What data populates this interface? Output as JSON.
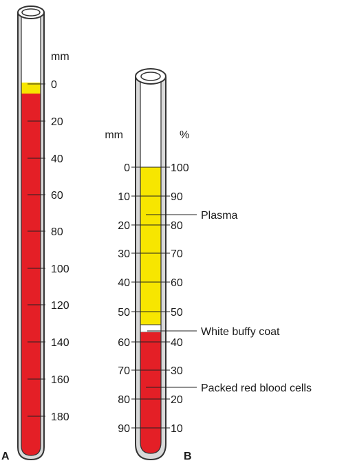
{
  "colors": {
    "plasma": "#f7e600",
    "red_cells": "#e41f26",
    "tube_glass": "#d9d9d9",
    "outline": "#333333"
  },
  "tube_a": {
    "panel_label": "A",
    "unit": "mm",
    "ticks": [
      "0",
      "20",
      "40",
      "60",
      "80",
      "100",
      "120",
      "140",
      "160",
      "180"
    ]
  },
  "tube_b": {
    "panel_label": "B",
    "unit_left": "mm",
    "unit_right": "%",
    "ticks_mm": [
      "0",
      "10",
      "20",
      "30",
      "40",
      "50",
      "60",
      "70",
      "80",
      "90"
    ],
    "ticks_pct": [
      "100",
      "90",
      "80",
      "70",
      "60",
      "50",
      "40",
      "30",
      "20",
      "10"
    ],
    "callouts": {
      "plasma": "Plasma",
      "buffy": "White buffy coat",
      "red": "Packed red blood cells"
    }
  }
}
